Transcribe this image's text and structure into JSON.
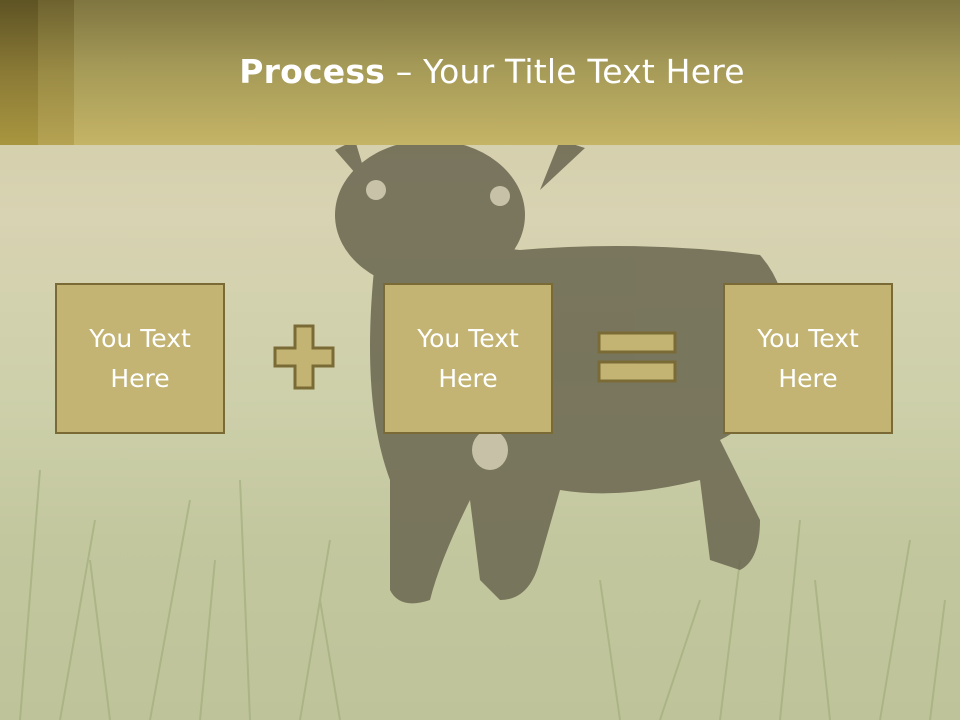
{
  "header": {
    "title_bold": "Process",
    "title_rest": " – Your Title Text Here"
  },
  "process": {
    "boxes": [
      {
        "line1": "You Text",
        "line2": "Here"
      },
      {
        "line1": "You Text",
        "line2": "Here"
      },
      {
        "line1": "You Text",
        "line2": "Here"
      }
    ],
    "operators": [
      "plus-icon",
      "equals-icon"
    ]
  },
  "colors": {
    "header": "#b0a25b",
    "box_fill": "#c3b473",
    "box_border": "#7a6a36",
    "operator_fill": "#c3b473",
    "text": "#ffffff"
  }
}
